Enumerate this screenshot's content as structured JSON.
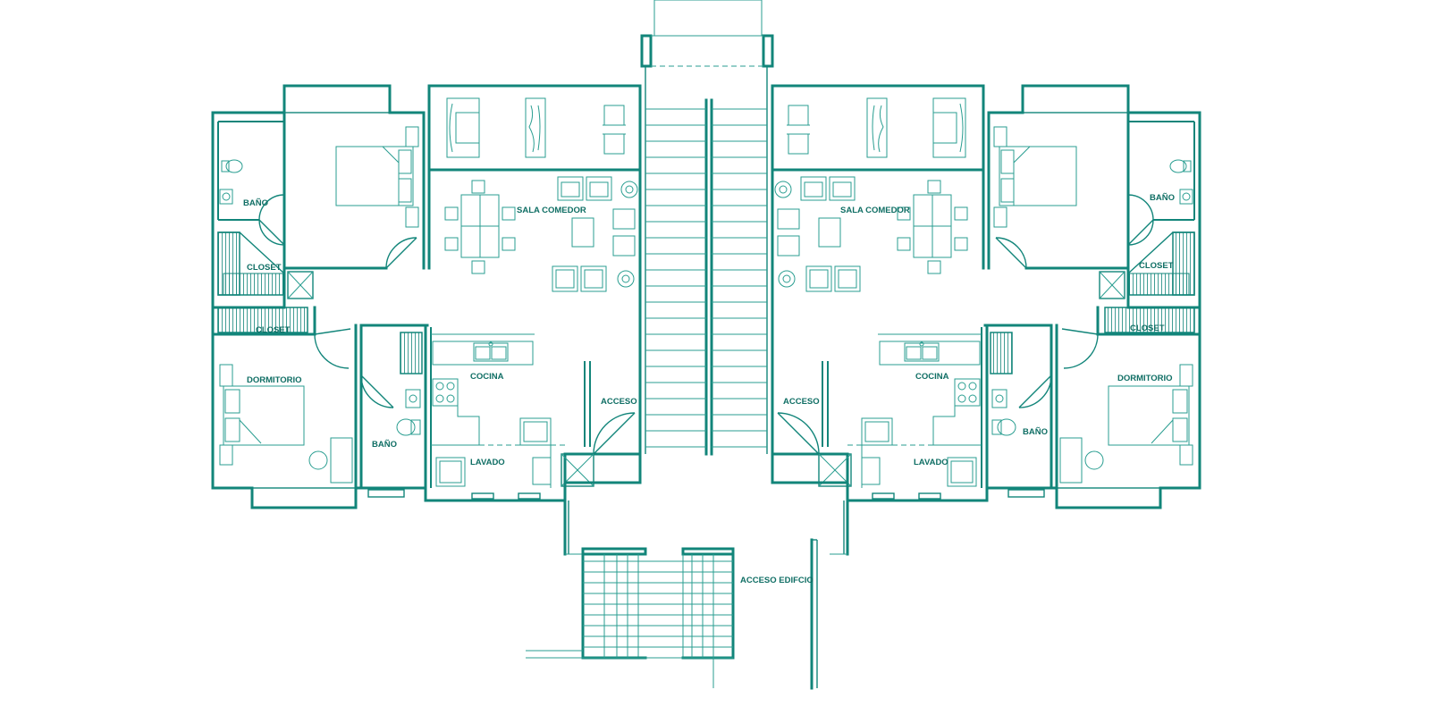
{
  "labels": {
    "left": {
      "bath_top": "BAÑO",
      "closet_top": "CLOSET",
      "closet_mid": "CLOSET",
      "living_dining": "SALA COMEDOR",
      "bedroom": "DORMITORIO",
      "kitchen": "COCINA",
      "access": "ACCESO",
      "bath_bottom": "BAÑO",
      "laundry": "LAVADO"
    },
    "right": {
      "bath_top": "BAÑO",
      "closet_top": "CLOSET",
      "closet_mid": "CLOSET",
      "living_dining": "SALA COMEDOR",
      "bedroom": "DORMITORIO",
      "kitchen": "COCINA",
      "access": "ACCESO",
      "bath_bottom": "BAÑO",
      "laundry": "LAVADO"
    },
    "building_access": "ACCESO EDIFCIO"
  },
  "colors": {
    "line": "#12857a",
    "thin": "#2a9e91",
    "background": "#ffffff"
  }
}
